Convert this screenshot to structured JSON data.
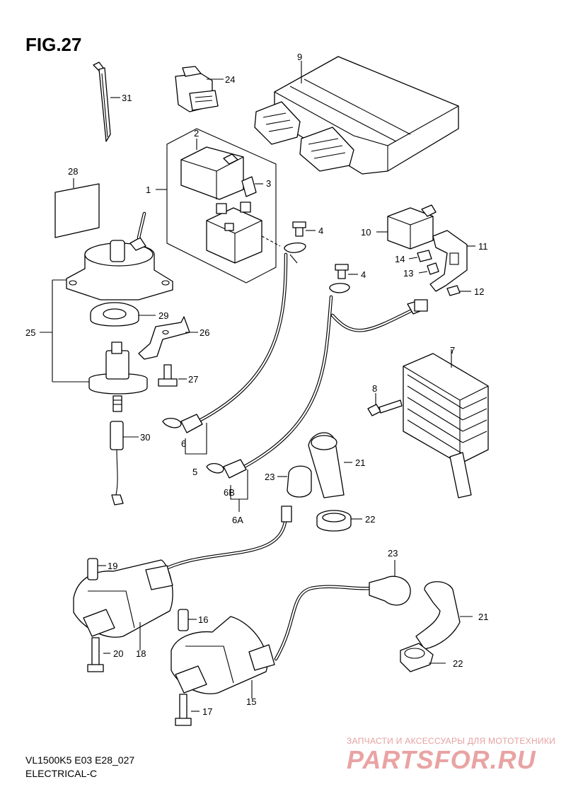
{
  "figure": {
    "title": "FIG.27",
    "model_code": "VL1500K5 E03 E28_027",
    "section": "ELECTRICAL-C"
  },
  "callouts": {
    "c1": "1",
    "c2": "2",
    "c3": "3",
    "c4a": "4",
    "c4b": "4",
    "c5": "5",
    "c6": "6",
    "c6a": "6A",
    "c6b": "6B",
    "c7": "7",
    "c8": "8",
    "c9": "9",
    "c10": "10",
    "c11": "11",
    "c12": "12",
    "c13": "13",
    "c14": "14",
    "c15": "15",
    "c16": "16",
    "c17": "17",
    "c18": "18",
    "c19": "19",
    "c20": "20",
    "c21a": "21",
    "c21b": "21",
    "c22a": "22",
    "c22b": "22",
    "c23a": "23",
    "c23b": "23",
    "c24": "24",
    "c25": "25",
    "c26": "26",
    "c27": "27",
    "c28": "28",
    "c29": "29",
    "c30": "30",
    "c31": "31"
  },
  "watermark": {
    "tagline": "ЗАПЧАСТИ И АКСЕССУАРЫ ДЛЯ МОТОТЕХНИКИ",
    "brand": "PARTSFOR.RU"
  }
}
